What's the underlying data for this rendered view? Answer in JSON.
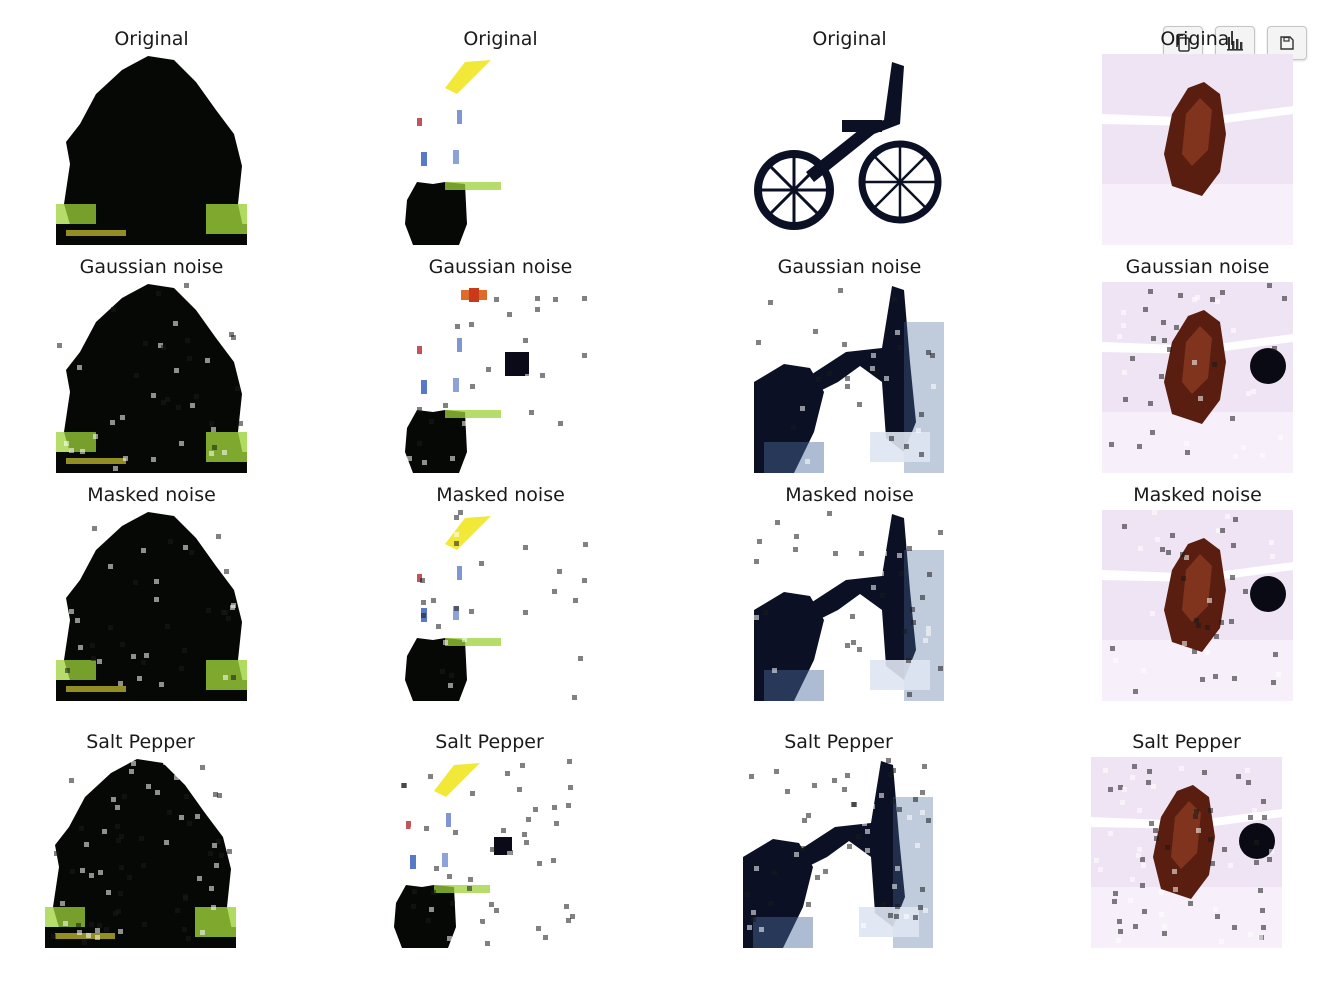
{
  "toolbar": {
    "buttons": [
      {
        "icon": "copy-icon"
      },
      {
        "icon": "bar-chart-icon"
      },
      {
        "icon": "save-icon"
      }
    ]
  },
  "grid": {
    "columns": 4,
    "rows": [
      {
        "title": "Original"
      },
      {
        "title": "Gaussian noise"
      },
      {
        "title": "Masked noise"
      },
      {
        "title": "Salt Pepper"
      }
    ]
  },
  "cells": [
    {
      "title": "Original",
      "subject": "tree"
    },
    {
      "title": "Original",
      "subject": "bird-plant"
    },
    {
      "title": "Original",
      "subject": "bicycle"
    },
    {
      "title": "Original",
      "subject": "squirrel"
    },
    {
      "title": "Gaussian noise",
      "subject": "tree"
    },
    {
      "title": "Gaussian noise",
      "subject": "bird-plant"
    },
    {
      "title": "Gaussian noise",
      "subject": "bicycle"
    },
    {
      "title": "Gaussian noise",
      "subject": "squirrel"
    },
    {
      "title": "Masked noise",
      "subject": "tree"
    },
    {
      "title": "Masked noise",
      "subject": "bird-plant"
    },
    {
      "title": "Masked noise",
      "subject": "bicycle"
    },
    {
      "title": "Masked noise",
      "subject": "squirrel"
    },
    {
      "title": "Salt Pepper",
      "subject": "tree"
    },
    {
      "title": "Salt Pepper",
      "subject": "bird-plant"
    },
    {
      "title": "Salt Pepper",
      "subject": "bicycle"
    },
    {
      "title": "Salt Pepper",
      "subject": "squirrel"
    }
  ],
  "colors": {
    "dark": "#050805",
    "foliage_green": "#9ed13a",
    "yellow": "#f2e838",
    "bike_navy": "#0b1024",
    "bike_blue": "#4a6a9c",
    "squirrel_brown": "#5a1e10",
    "lavender_bg": "#efe4f4"
  }
}
